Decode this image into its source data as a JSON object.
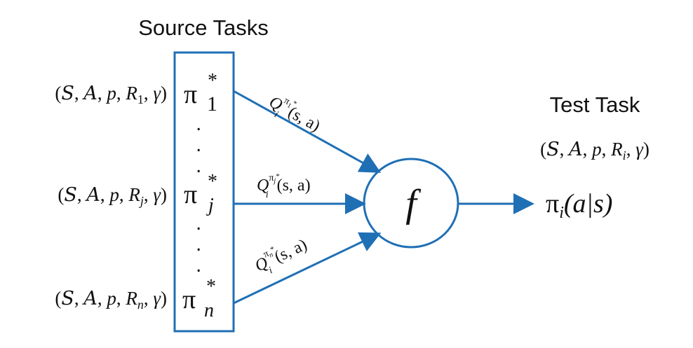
{
  "headings": {
    "source": "Source Tasks",
    "test": "Test Task"
  },
  "tuples": {
    "t1": {
      "open": "(",
      "S": "S",
      "A": "A",
      "p": "p",
      "R": "R",
      "sub": "1",
      "gamma": "γ",
      "close": ")",
      "sep": ", "
    },
    "tj": {
      "open": "(",
      "S": "S",
      "A": "A",
      "p": "p",
      "R": "R",
      "sub": "j",
      "gamma": "γ",
      "close": ")",
      "sep": ", "
    },
    "tn": {
      "open": "(",
      "S": "S",
      "A": "A",
      "p": "p",
      "R": "R",
      "sub": "n",
      "gamma": "γ",
      "close": ")",
      "sep": ", "
    },
    "ti": {
      "open": "(",
      "S": "S",
      "A": "A",
      "p": "p",
      "R": "R",
      "sub": "i",
      "gamma": "γ",
      "close": ")",
      "sep": ", "
    }
  },
  "policies": {
    "p1": {
      "pi": "π",
      "star": "*",
      "sub": "1"
    },
    "pj": {
      "pi": "π",
      "star": "*",
      "sub": "j"
    },
    "pn": {
      "pi": "π",
      "star": "*",
      "sub": "n"
    }
  },
  "dots": ".",
  "qlabels": {
    "q1": {
      "Q": "Q",
      "sub": "i",
      "sup_pi": "π",
      "sup_sub": "1",
      "sup_star": "*",
      "args": "(s, a)"
    },
    "qj": {
      "Q": "Q",
      "sub": "i",
      "sup_pi": "π",
      "sup_sub": "j",
      "sup_star": "*",
      "args": "(s, a)"
    },
    "qn": {
      "Q": "Q",
      "sub": "i",
      "sup_pi": "π",
      "sup_sub": "n",
      "sup_star": "*",
      "args": "(s, a)"
    }
  },
  "aggregator": "f",
  "output": {
    "pi": "π",
    "sub": "i",
    "args": "(a|s)"
  },
  "colors": {
    "accent": "#1f6fb5",
    "text": "#111111"
  }
}
